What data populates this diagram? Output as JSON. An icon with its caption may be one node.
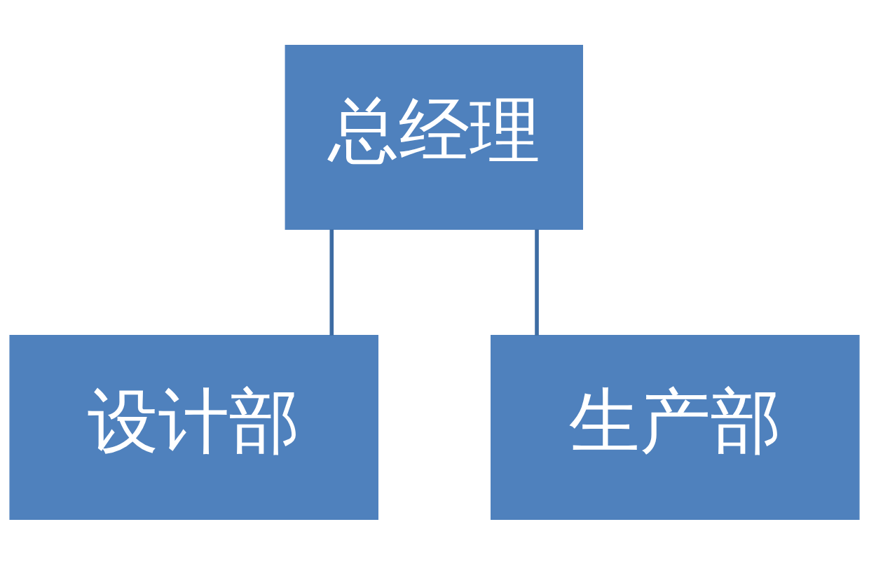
{
  "diagram": {
    "nodes": [
      {
        "text": [
          "总经理"
        ]
      },
      {
        "text": [
          "设计部"
        ]
      },
      {
        "text": [
          "生产部"
        ]
      }
    ],
    "edges": [
      {
        "from": 0,
        "to": 1,
        "arrow": "none"
      },
      {
        "from": 0,
        "to": 2,
        "arrow": "none"
      }
    ]
  }
}
